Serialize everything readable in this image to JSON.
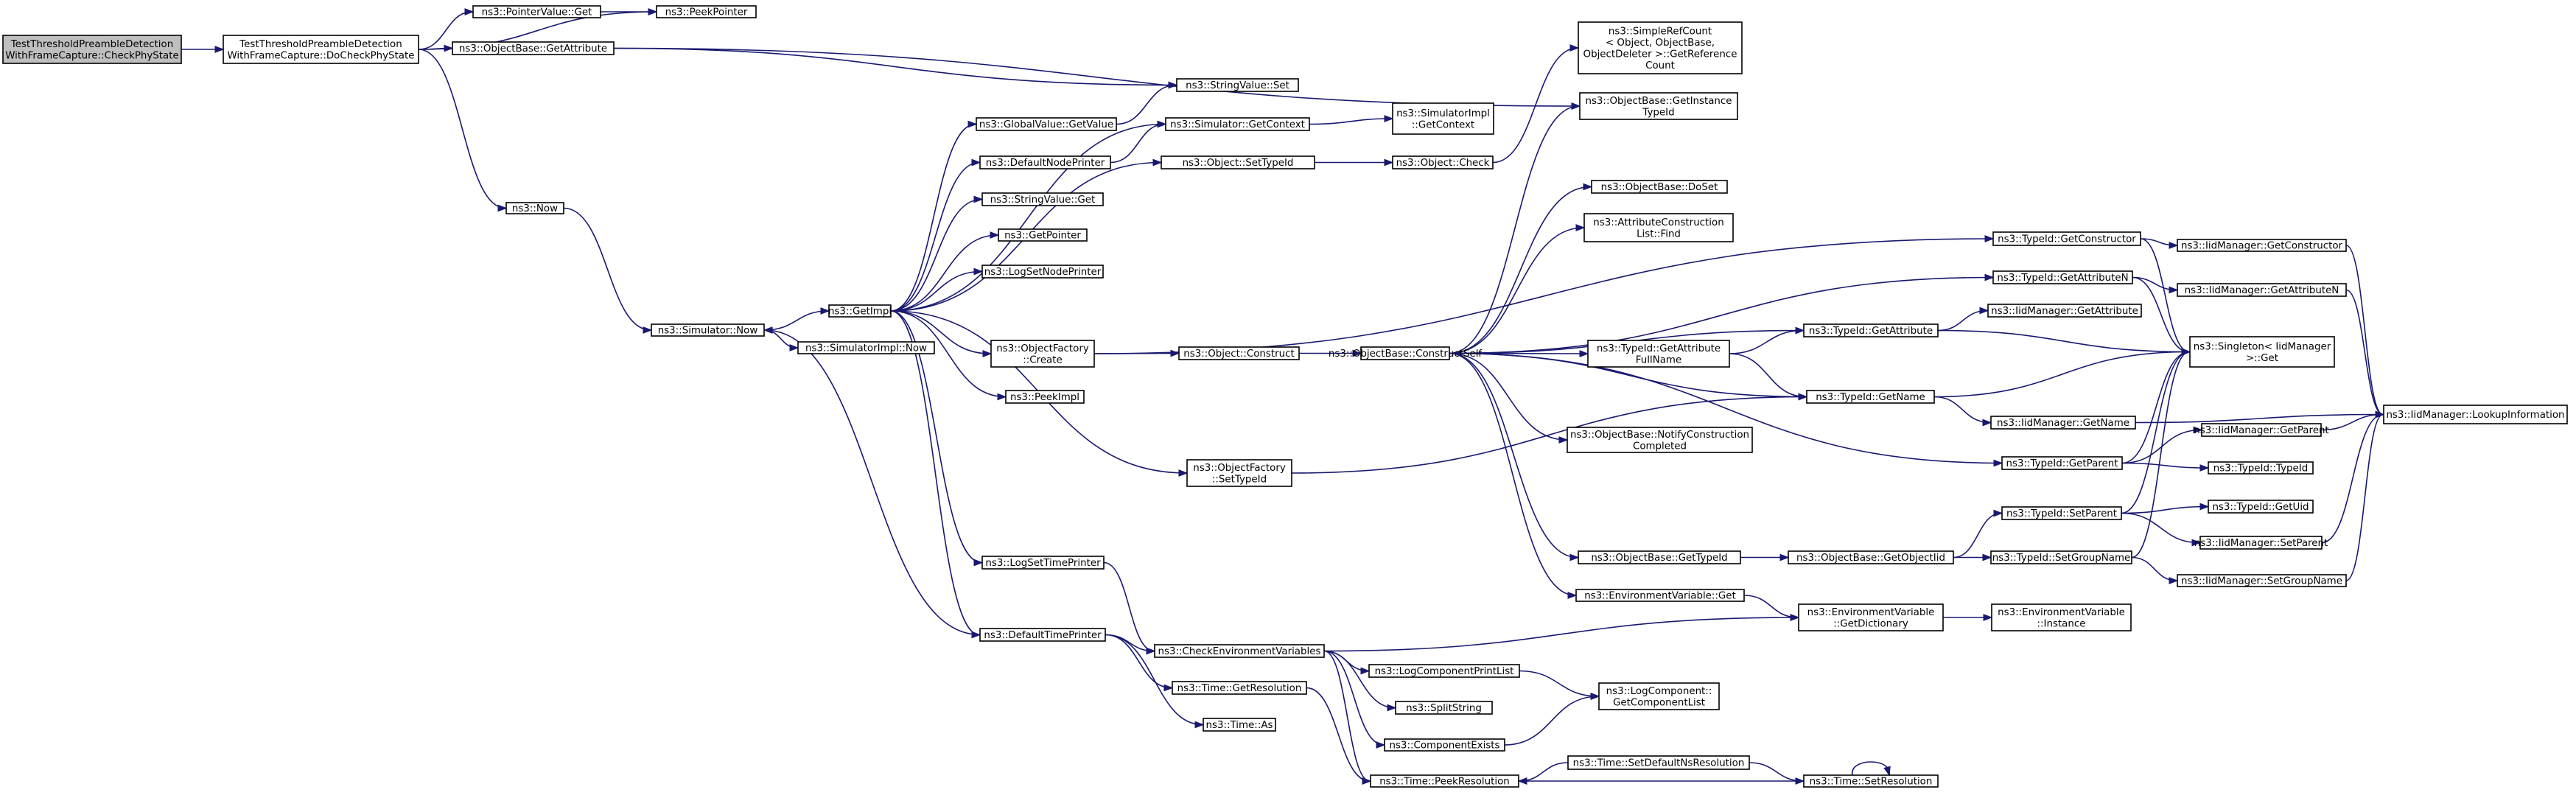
{
  "graph": {
    "nodes": [
      {
        "id": "n0",
        "lines": [
          "TestThresholdPreambleDetection",
          "WithFrameCapture::CheckPhyState"
        ],
        "root": true
      },
      {
        "id": "n1",
        "lines": [
          "TestThresholdPreambleDetection",
          "WithFrameCapture::DoCheckPhyState"
        ]
      },
      {
        "id": "n2",
        "lines": [
          "ns3::PointerValue::Get"
        ]
      },
      {
        "id": "n3",
        "lines": [
          "ns3::PeekPointer"
        ]
      },
      {
        "id": "n4",
        "lines": [
          "ns3::ObjectBase::GetAttribute"
        ]
      },
      {
        "id": "n5",
        "lines": [
          "ns3::Now"
        ]
      },
      {
        "id": "n6",
        "lines": [
          "ns3::Simulator::Now"
        ]
      },
      {
        "id": "n7",
        "lines": [
          "ns3::SimulatorImpl::Now"
        ]
      },
      {
        "id": "n8",
        "lines": [
          "ns3::GetImpl"
        ]
      },
      {
        "id": "n9",
        "lines": [
          "ns3::StringValue::Set"
        ]
      },
      {
        "id": "n10",
        "lines": [
          "ns3::GlobalValue::GetValue"
        ]
      },
      {
        "id": "n11",
        "lines": [
          "ns3::DefaultNodePrinter"
        ]
      },
      {
        "id": "n12",
        "lines": [
          "ns3::StringValue::Get"
        ]
      },
      {
        "id": "n13",
        "lines": [
          "ns3::GetPointer"
        ]
      },
      {
        "id": "n14",
        "lines": [
          "ns3::LogSetNodePrinter"
        ]
      },
      {
        "id": "n15",
        "lines": [
          "ns3::ObjectFactory",
          "::Create"
        ]
      },
      {
        "id": "n16",
        "lines": [
          "ns3::PeekImpl"
        ]
      },
      {
        "id": "n17",
        "lines": [
          "ns3::LogSetTimePrinter"
        ]
      },
      {
        "id": "n18",
        "lines": [
          "ns3::DefaultTimePrinter"
        ]
      },
      {
        "id": "n19",
        "lines": [
          "ns3::Simulator::GetContext"
        ]
      },
      {
        "id": "n20",
        "lines": [
          "ns3::SimulatorImpl",
          "::GetContext"
        ]
      },
      {
        "id": "n21",
        "lines": [
          "ns3::Object::SetTypeId"
        ]
      },
      {
        "id": "n22",
        "lines": [
          "ns3::Object::Check"
        ]
      },
      {
        "id": "n23",
        "lines": [
          "ns3::SimpleRefCount",
          "< Object, ObjectBase,",
          " ObjectDeleter >::GetReference",
          "Count"
        ]
      },
      {
        "id": "n24",
        "lines": [
          "ns3::ObjectBase::GetInstance",
          "TypeId"
        ]
      },
      {
        "id": "n25",
        "lines": [
          "ns3::Object::Construct"
        ]
      },
      {
        "id": "n26",
        "lines": [
          "ns3::ObjectFactory",
          "::SetTypeId"
        ]
      },
      {
        "id": "n27",
        "lines": [
          "ns3::ObjectBase::ConstructSelf"
        ]
      },
      {
        "id": "n28",
        "lines": [
          "ns3::ObjectBase::DoSet"
        ]
      },
      {
        "id": "n29",
        "lines": [
          "ns3::AttributeConstruction",
          "List::Find"
        ]
      },
      {
        "id": "n30",
        "lines": [
          "ns3::TypeId::GetAttribute",
          "FullName"
        ]
      },
      {
        "id": "n31",
        "lines": [
          "ns3::ObjectBase::NotifyConstruction",
          "Completed"
        ]
      },
      {
        "id": "n32",
        "lines": [
          "ns3::ObjectBase::GetTypeId"
        ]
      },
      {
        "id": "n33",
        "lines": [
          "ns3::EnvironmentVariable::Get"
        ]
      },
      {
        "id": "n34",
        "lines": [
          "ns3::TypeId::GetConstructor"
        ]
      },
      {
        "id": "n35",
        "lines": [
          "ns3::TypeId::GetAttributeN"
        ]
      },
      {
        "id": "n36",
        "lines": [
          "ns3::TypeId::GetAttribute"
        ]
      },
      {
        "id": "n37",
        "lines": [
          "ns3::TypeId::GetName"
        ]
      },
      {
        "id": "n38",
        "lines": [
          "ns3::ObjectBase::GetObjectIid"
        ]
      },
      {
        "id": "n39",
        "lines": [
          "ns3::EnvironmentVariable",
          "::GetDictionary"
        ]
      },
      {
        "id": "n40",
        "lines": [
          "ns3::CheckEnvironmentVariables"
        ]
      },
      {
        "id": "n41",
        "lines": [
          "ns3::Time::GetResolution"
        ]
      },
      {
        "id": "n42",
        "lines": [
          "ns3::Time::As"
        ]
      },
      {
        "id": "n43",
        "lines": [
          "ns3::LogComponentPrintList"
        ]
      },
      {
        "id": "n44",
        "lines": [
          "ns3::SplitString"
        ]
      },
      {
        "id": "n45",
        "lines": [
          "ns3::ComponentExists"
        ]
      },
      {
        "id": "n46",
        "lines": [
          "ns3::Time::PeekResolution"
        ]
      },
      {
        "id": "n47",
        "lines": [
          "ns3::LogComponent::",
          "GetComponentList"
        ]
      },
      {
        "id": "n48",
        "lines": [
          "ns3::Time::SetDefaultNsResolution"
        ]
      },
      {
        "id": "n49",
        "lines": [
          "ns3::Time::SetResolution"
        ]
      },
      {
        "id": "n50",
        "lines": [
          "ns3::IidManager::GetName"
        ]
      },
      {
        "id": "n51",
        "lines": [
          "ns3::TypeId::GetParent"
        ]
      },
      {
        "id": "n52",
        "lines": [
          "ns3::TypeId::SetParent"
        ]
      },
      {
        "id": "n53",
        "lines": [
          "ns3::TypeId::SetGroupName"
        ]
      },
      {
        "id": "n54",
        "lines": [
          "ns3::IidManager::GetAttribute"
        ]
      },
      {
        "id": "n55",
        "lines": [
          "ns3::IidManager::GetConstructor"
        ]
      },
      {
        "id": "n56",
        "lines": [
          "ns3::IidManager::GetAttributeN"
        ]
      },
      {
        "id": "n57",
        "lines": [
          "ns3::Singleton< IidManager",
          " >::Get"
        ]
      },
      {
        "id": "n58",
        "lines": [
          "ns3::IidManager::GetParent"
        ]
      },
      {
        "id": "n59",
        "lines": [
          "ns3::TypeId::TypeId"
        ]
      },
      {
        "id": "n60",
        "lines": [
          "ns3::TypeId::GetUid"
        ]
      },
      {
        "id": "n61",
        "lines": [
          "ns3::IidManager::SetParent"
        ]
      },
      {
        "id": "n62",
        "lines": [
          "ns3::IidManager::SetGroupName"
        ]
      },
      {
        "id": "n63",
        "lines": [
          "ns3::EnvironmentVariable",
          "::Instance"
        ]
      },
      {
        "id": "n64",
        "lines": [
          "ns3::IidManager::LookupInformation"
        ]
      }
    ],
    "edges": [
      [
        "n0",
        "n1"
      ],
      [
        "n1",
        "n2"
      ],
      [
        "n1",
        "n3"
      ],
      [
        "n1",
        "n4"
      ],
      [
        "n1",
        "n5"
      ],
      [
        "n2",
        "n3"
      ],
      [
        "n4",
        "n24"
      ],
      [
        "n4",
        "n9"
      ],
      [
        "n5",
        "n6"
      ],
      [
        "n6",
        "n8"
      ],
      [
        "n6",
        "n7"
      ],
      [
        "n8",
        "n10"
      ],
      [
        "n8",
        "n11"
      ],
      [
        "n8",
        "n12"
      ],
      [
        "n8",
        "n13"
      ],
      [
        "n8",
        "n14"
      ],
      [
        "n8",
        "n15"
      ],
      [
        "n8",
        "n16"
      ],
      [
        "n8",
        "n17"
      ],
      [
        "n8",
        "n18"
      ],
      [
        "n8",
        "n26"
      ],
      [
        "n8",
        "n19"
      ],
      [
        "n8",
        "n21"
      ],
      [
        "n10",
        "n9"
      ],
      [
        "n11",
        "n19"
      ],
      [
        "n19",
        "n20"
      ],
      [
        "n21",
        "n22"
      ],
      [
        "n22",
        "n23"
      ],
      [
        "n15",
        "n34"
      ],
      [
        "n15",
        "n25"
      ],
      [
        "n25",
        "n27"
      ],
      [
        "n26",
        "n37"
      ],
      [
        "n27",
        "n24"
      ],
      [
        "n27",
        "n28"
      ],
      [
        "n27",
        "n29"
      ],
      [
        "n27",
        "n30"
      ],
      [
        "n27",
        "n35"
      ],
      [
        "n27",
        "n36"
      ],
      [
        "n27",
        "n37"
      ],
      [
        "n27",
        "n31"
      ],
      [
        "n27",
        "n32"
      ],
      [
        "n27",
        "n33"
      ],
      [
        "n27",
        "n51"
      ],
      [
        "n30",
        "n36"
      ],
      [
        "n30",
        "n37"
      ],
      [
        "n32",
        "n38"
      ],
      [
        "n33",
        "n39"
      ],
      [
        "n38",
        "n52"
      ],
      [
        "n38",
        "n53"
      ],
      [
        "n39",
        "n63"
      ],
      [
        "n17",
        "n40"
      ],
      [
        "n18",
        "n40"
      ],
      [
        "n18",
        "n41"
      ],
      [
        "n18",
        "n42"
      ],
      [
        "n18",
        "n6"
      ],
      [
        "n40",
        "n39"
      ],
      [
        "n40",
        "n43"
      ],
      [
        "n40",
        "n44"
      ],
      [
        "n40",
        "n45"
      ],
      [
        "n40",
        "n46"
      ],
      [
        "n41",
        "n46"
      ],
      [
        "n43",
        "n47"
      ],
      [
        "n45",
        "n47"
      ],
      [
        "n48",
        "n46"
      ],
      [
        "n48",
        "n49"
      ],
      [
        "n49",
        "n46"
      ],
      [
        "n49",
        "n49"
      ],
      [
        "n34",
        "n55"
      ],
      [
        "n34",
        "n57"
      ],
      [
        "n35",
        "n56"
      ],
      [
        "n35",
        "n57"
      ],
      [
        "n36",
        "n54"
      ],
      [
        "n36",
        "n57"
      ],
      [
        "n37",
        "n50"
      ],
      [
        "n37",
        "n57"
      ],
      [
        "n50",
        "n64"
      ],
      [
        "n51",
        "n58"
      ],
      [
        "n51",
        "n59"
      ],
      [
        "n51",
        "n57"
      ],
      [
        "n52",
        "n61"
      ],
      [
        "n52",
        "n60"
      ],
      [
        "n52",
        "n57"
      ],
      [
        "n53",
        "n62"
      ],
      [
        "n53",
        "n57"
      ],
      [
        "n55",
        "n64"
      ],
      [
        "n56",
        "n64"
      ],
      [
        "n58",
        "n64"
      ],
      [
        "n61",
        "n64"
      ],
      [
        "n62",
        "n64"
      ]
    ]
  },
  "colors": {
    "edge": "#191970",
    "node_border": "#000000",
    "root_fill": "#bfbfbf",
    "node_fill": "#ffffff"
  }
}
